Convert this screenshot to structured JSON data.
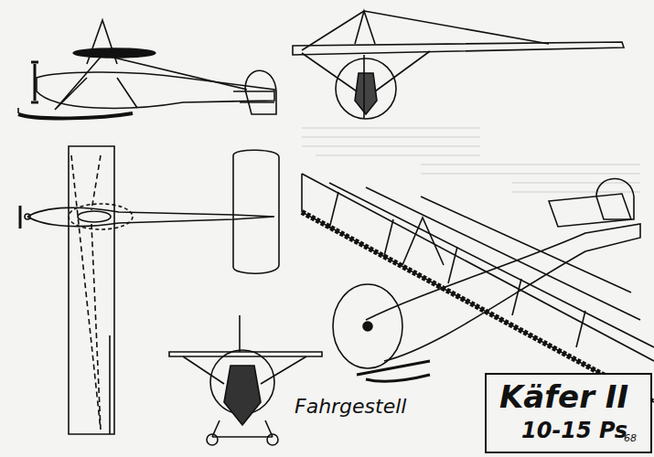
{
  "diagram": {
    "nodes": [
      {
        "text": [
          "Käfer II",
          "10-15 Ps",
          "68"
        ]
      }
    ],
    "labels": [
      "Fahrgestell"
    ]
  }
}
